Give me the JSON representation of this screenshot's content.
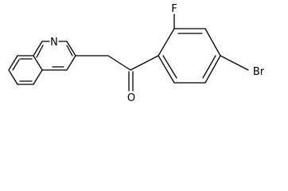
{
  "atoms": {
    "fluorine": "F",
    "nitrogen": "N",
    "oxygen": "O",
    "bromine": "Br"
  },
  "colors": {
    "background": "#ffffff",
    "ink": "#000000"
  }
}
